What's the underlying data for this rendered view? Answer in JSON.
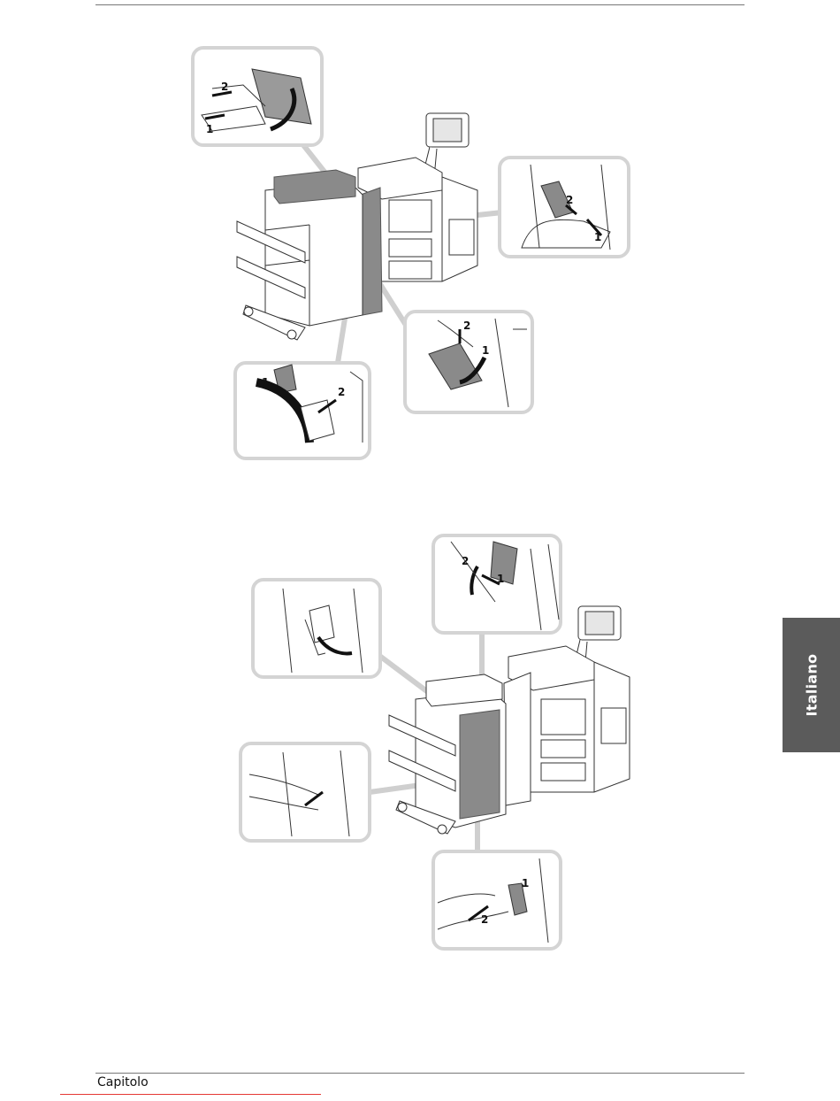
{
  "footer": {
    "chapter_label": "Capitolo"
  },
  "side_tab": {
    "language": "Italiano"
  },
  "top_figure": {
    "callouts": [
      {
        "steps": [
          "1",
          "2"
        ]
      },
      {
        "steps": [
          "1",
          "2"
        ]
      },
      {
        "steps": [
          "1",
          "2"
        ]
      },
      {
        "steps": [
          "1",
          "2"
        ]
      }
    ]
  },
  "bottom_figure": {
    "callouts": [
      {
        "steps": [
          "1",
          "2"
        ]
      },
      {
        "steps": []
      },
      {
        "steps": []
      },
      {
        "steps": [
          "1",
          "2"
        ]
      }
    ]
  },
  "colors": {
    "frame": "#d4d4d4",
    "panel_dark": "#808080",
    "tab": "#5b5b5b",
    "accent_line": "#e53935"
  }
}
